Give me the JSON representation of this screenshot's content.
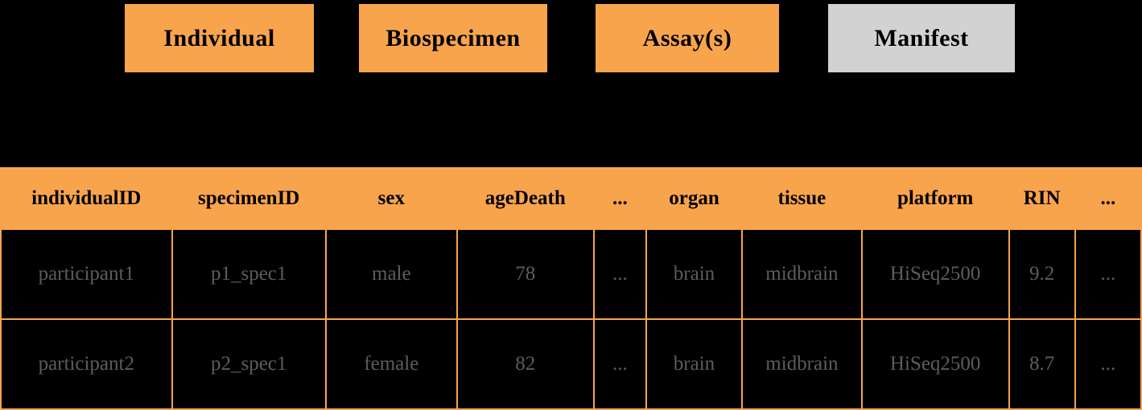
{
  "colors": {
    "background": "#000000",
    "accent_orange": "#F8A44C",
    "manifest_gray": "#D2D2D2",
    "body_text_gray": "#5c5c5c",
    "header_text": "#000000"
  },
  "tabs": [
    {
      "label": "Individual",
      "style": "orange"
    },
    {
      "label": "Biospecimen",
      "style": "orange"
    },
    {
      "label": "Assay(s)",
      "style": "orange"
    },
    {
      "label": "Manifest",
      "style": "gray"
    }
  ],
  "table": {
    "headers": [
      "individualID",
      "specimenID",
      "sex",
      "ageDeath",
      "...",
      "organ",
      "tissue",
      "platform",
      "RIN",
      "..."
    ],
    "rows": [
      [
        "participant1",
        "p1_spec1",
        "male",
        "78",
        "...",
        "brain",
        "midbrain",
        "HiSeq2500",
        "9.2",
        "..."
      ],
      [
        "participant2",
        "p2_spec1",
        "female",
        "82",
        "...",
        "brain",
        "midbrain",
        "HiSeq2500",
        "8.7",
        "..."
      ]
    ]
  }
}
